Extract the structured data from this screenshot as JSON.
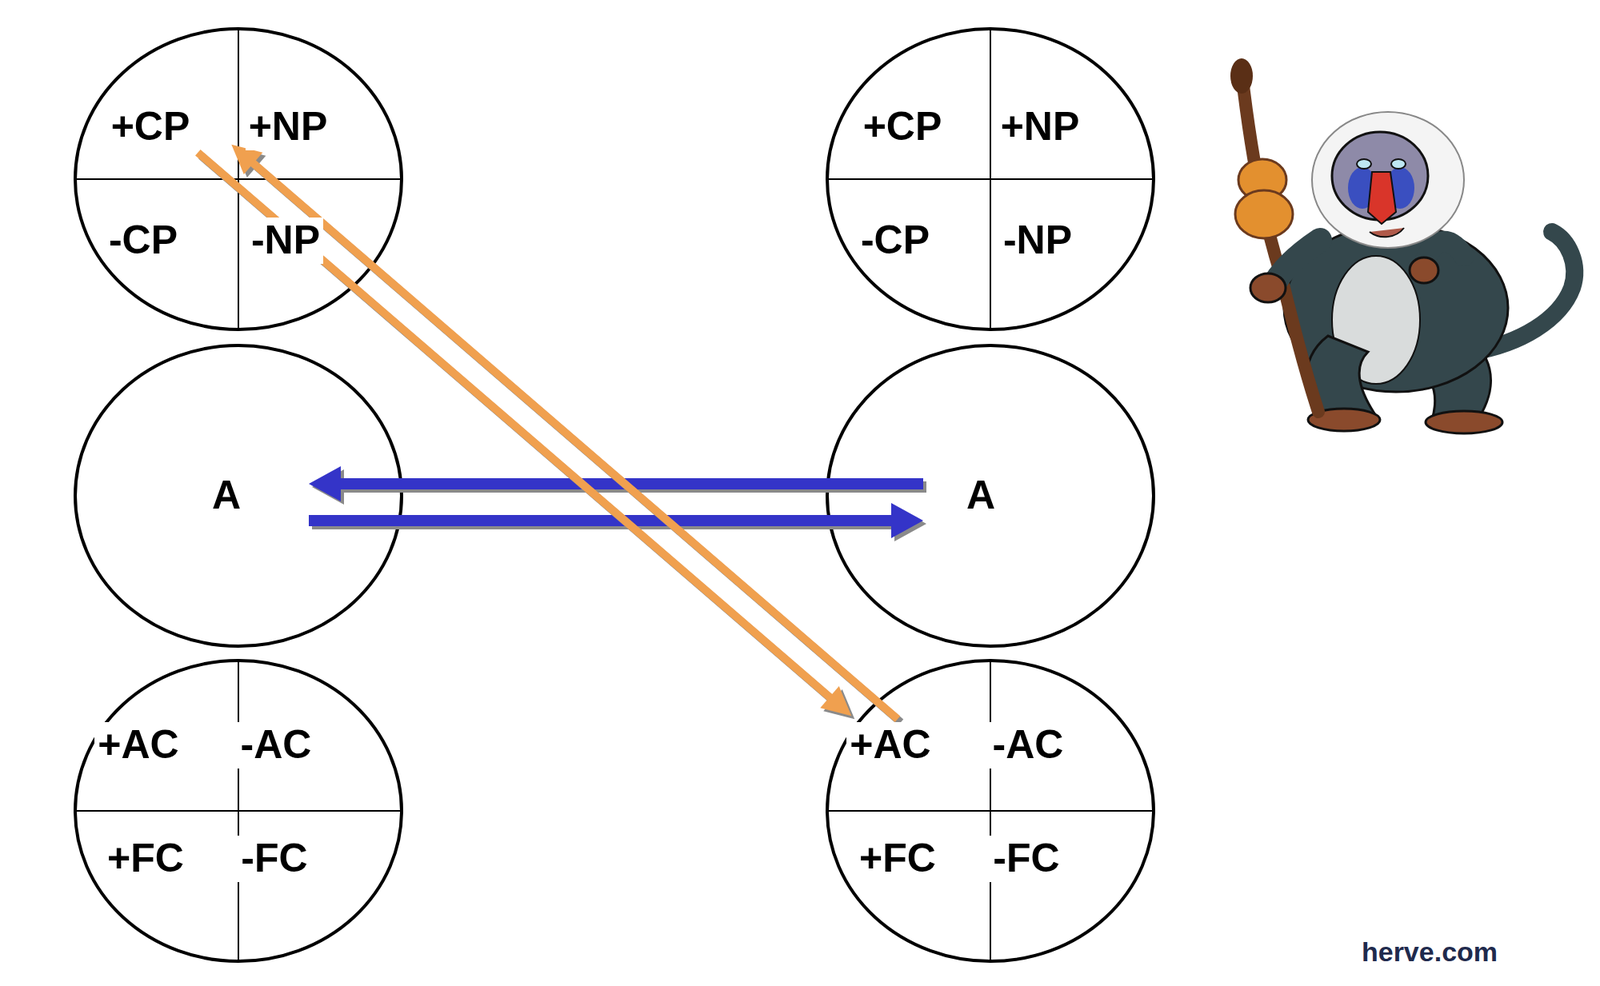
{
  "diagram": {
    "nodes": [
      {},
      {
        "text": [
          "+CP"
        ],
        "in": 0
      },
      {
        "text": [
          "+NP"
        ],
        "in": 0
      },
      {
        "text": [
          "-CP"
        ],
        "in": 0
      },
      {
        "text": [
          "-NP"
        ],
        "in": 0
      },
      {},
      {
        "text": [
          "+CP"
        ],
        "in": 5
      },
      {
        "text": [
          "+NP"
        ],
        "in": 5
      },
      {
        "text": [
          "-CP"
        ],
        "in": 5
      },
      {
        "text": [
          "-NP"
        ],
        "in": 5
      },
      {
        "text": [
          "A"
        ]
      },
      {
        "text": [
          "A"
        ]
      },
      {},
      {
        "text": [
          "+AC"
        ],
        "in": 12
      },
      {
        "text": [
          "-AC"
        ],
        "in": 12
      },
      {
        "text": [
          "+FC"
        ],
        "in": 12
      },
      {
        "text": [
          "-FC"
        ],
        "in": 12
      },
      {},
      {
        "text": [
          "+AC"
        ],
        "in": 17
      },
      {
        "text": [
          "-AC"
        ],
        "in": 17
      },
      {
        "text": [
          "+FC"
        ],
        "in": 17
      },
      {
        "text": [
          "-FC"
        ],
        "in": 17
      }
    ],
    "edges": [
      {
        "from": 11,
        "to": 10,
        "arrow": "to"
      },
      {
        "from": 10,
        "to": 11,
        "arrow": "to"
      },
      {
        "from": 1,
        "to": 18,
        "arrow": "to"
      },
      {
        "from": 18,
        "to": 1,
        "arrow": "to"
      }
    ],
    "labels": [
      "herve.com"
    ]
  }
}
